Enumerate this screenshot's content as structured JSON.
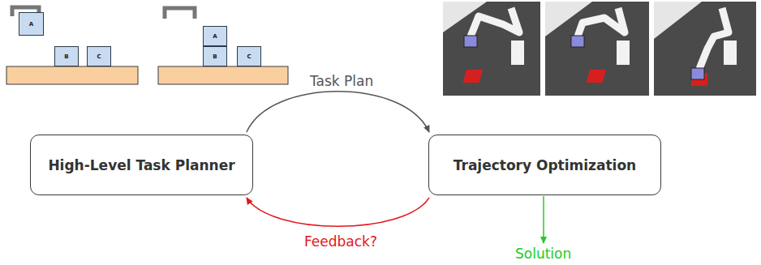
{
  "diagram": {
    "nodes": [
      {
        "text": [
          "A"
        ]
      },
      {
        "text": [
          "B"
        ]
      },
      {
        "text": [
          "C"
        ]
      },
      {
        "text": [
          "A"
        ]
      },
      {
        "text": [
          "B"
        ]
      },
      {
        "text": [
          "C"
        ]
      },
      {
        "text": [
          "High-Level Task Planner"
        ]
      },
      {
        "text": [
          "Trajectory Optimization"
        ]
      }
    ],
    "edges": [
      {
        "from": 6,
        "to": 7,
        "label": "Task Plan",
        "arrow": "to"
      },
      {
        "from": 7,
        "to": 6,
        "label": "Feedback?",
        "arrow": "to"
      }
    ],
    "labels": [
      "Solution"
    ]
  }
}
